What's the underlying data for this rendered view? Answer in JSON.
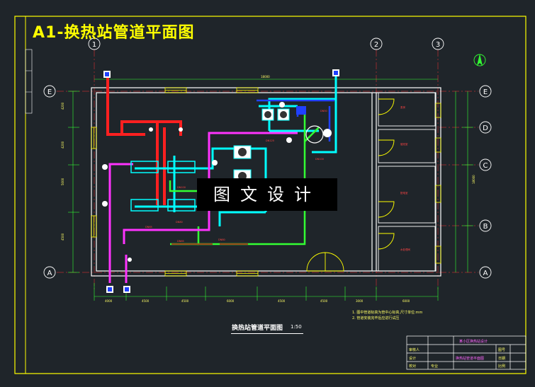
{
  "sheet_title": "A1-换热站管道平面图",
  "watermark": "图文设计",
  "plan_title": "换热站管道平面图",
  "plan_scale": "1:50",
  "grid_axes": {
    "vertical": [
      "1",
      "2",
      "3"
    ],
    "horizontal": [
      "E",
      "D",
      "C",
      "B",
      "A"
    ]
  },
  "notes": [
    "1. 图中管道标高为管中心标高,尺寸单位:mm",
    "2. 管道安装完毕后应进行试压"
  ],
  "title_block": {
    "project": "某小区换热站设计",
    "drawing": "换热站管道平面图",
    "labels": [
      "审核人",
      "设计",
      "校对",
      "专业",
      "图号",
      "日期",
      "比例"
    ]
  },
  "colors": {
    "background": "#1f252a",
    "border": "#ffff00",
    "supply_pipe": "#ff2020",
    "return_pipe": "#00ffff",
    "cold_water_pipe": "#33ff33",
    "drain_pipe": "#ff33ff",
    "wall": "#ffffff",
    "door": "#ffff00",
    "window": "#ffff00",
    "dimension": "#33ff33",
    "grid_line": "#ff3333"
  },
  "north_arrow": "north-arrow-icon"
}
